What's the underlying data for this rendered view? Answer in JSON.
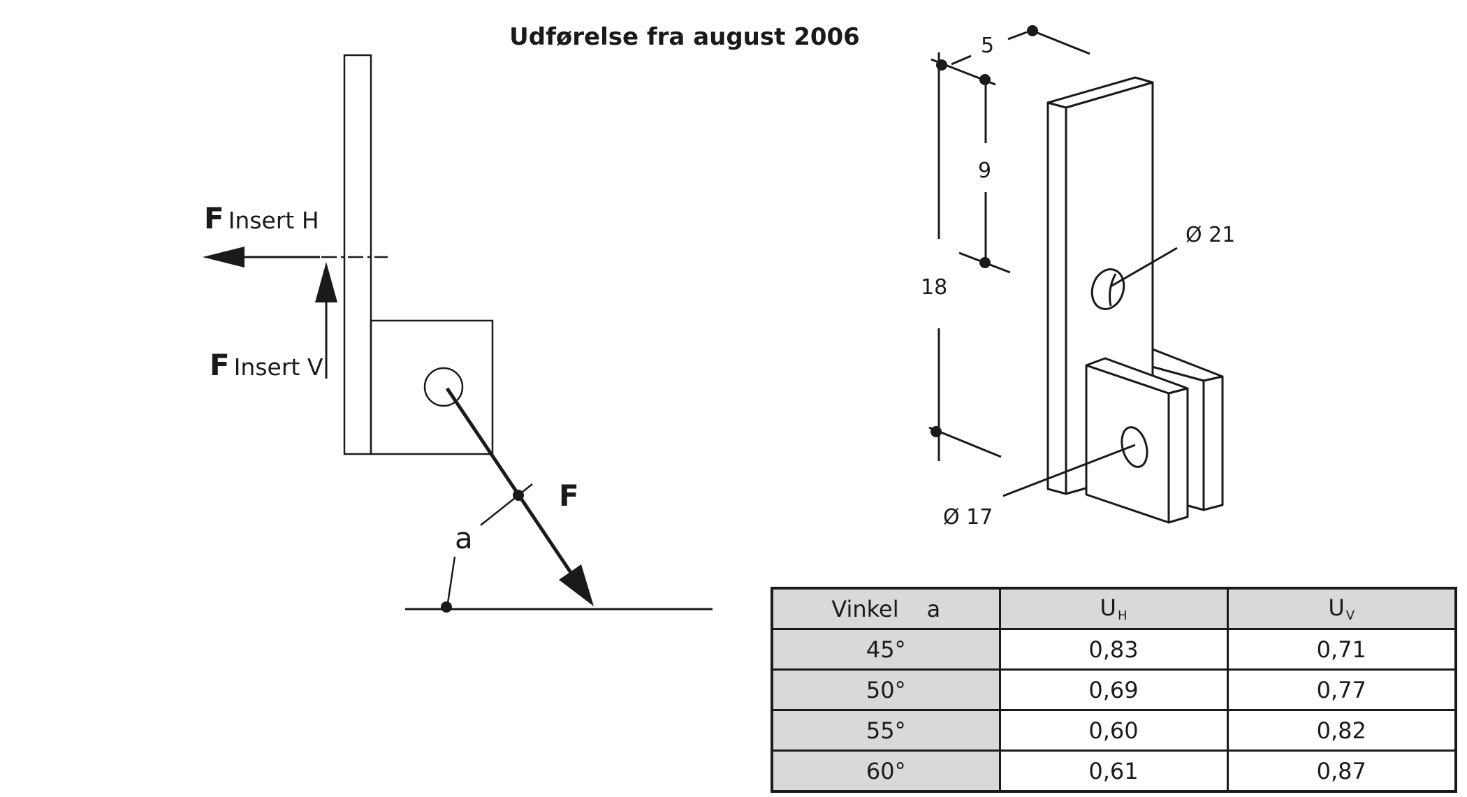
{
  "title": "Udførelse fra august 2006",
  "force_diagram": {
    "force_h": {
      "symbol": "F",
      "subscript": "Insert H"
    },
    "force_v": {
      "symbol": "F",
      "subscript": "Insert V"
    },
    "force": "F",
    "angle": "a"
  },
  "bracket_drawing": {
    "dim_thickness": "5",
    "dim_hole_offset": "9",
    "dim_height": "18",
    "hole_large": "Ø 21",
    "hole_small": "Ø 17"
  },
  "table": {
    "headers": {
      "angle": {
        "label": "Vinkel",
        "symbol": "a"
      },
      "uh": {
        "main": "U",
        "sub": "H"
      },
      "uv": {
        "main": "U",
        "sub": "V"
      }
    },
    "rows": [
      {
        "angle": "45°",
        "uh": "0,83",
        "uv": "0,71"
      },
      {
        "angle": "50°",
        "uh": "0,69",
        "uv": "0,77"
      },
      {
        "angle": "55°",
        "uh": "0,60",
        "uv": "0,82"
      },
      {
        "angle": "60°",
        "uh": "0,61",
        "uv": "0,87"
      }
    ]
  },
  "colors": {
    "ink": "#1a1a1a",
    "table_header_bg": "#d9d9d9"
  }
}
